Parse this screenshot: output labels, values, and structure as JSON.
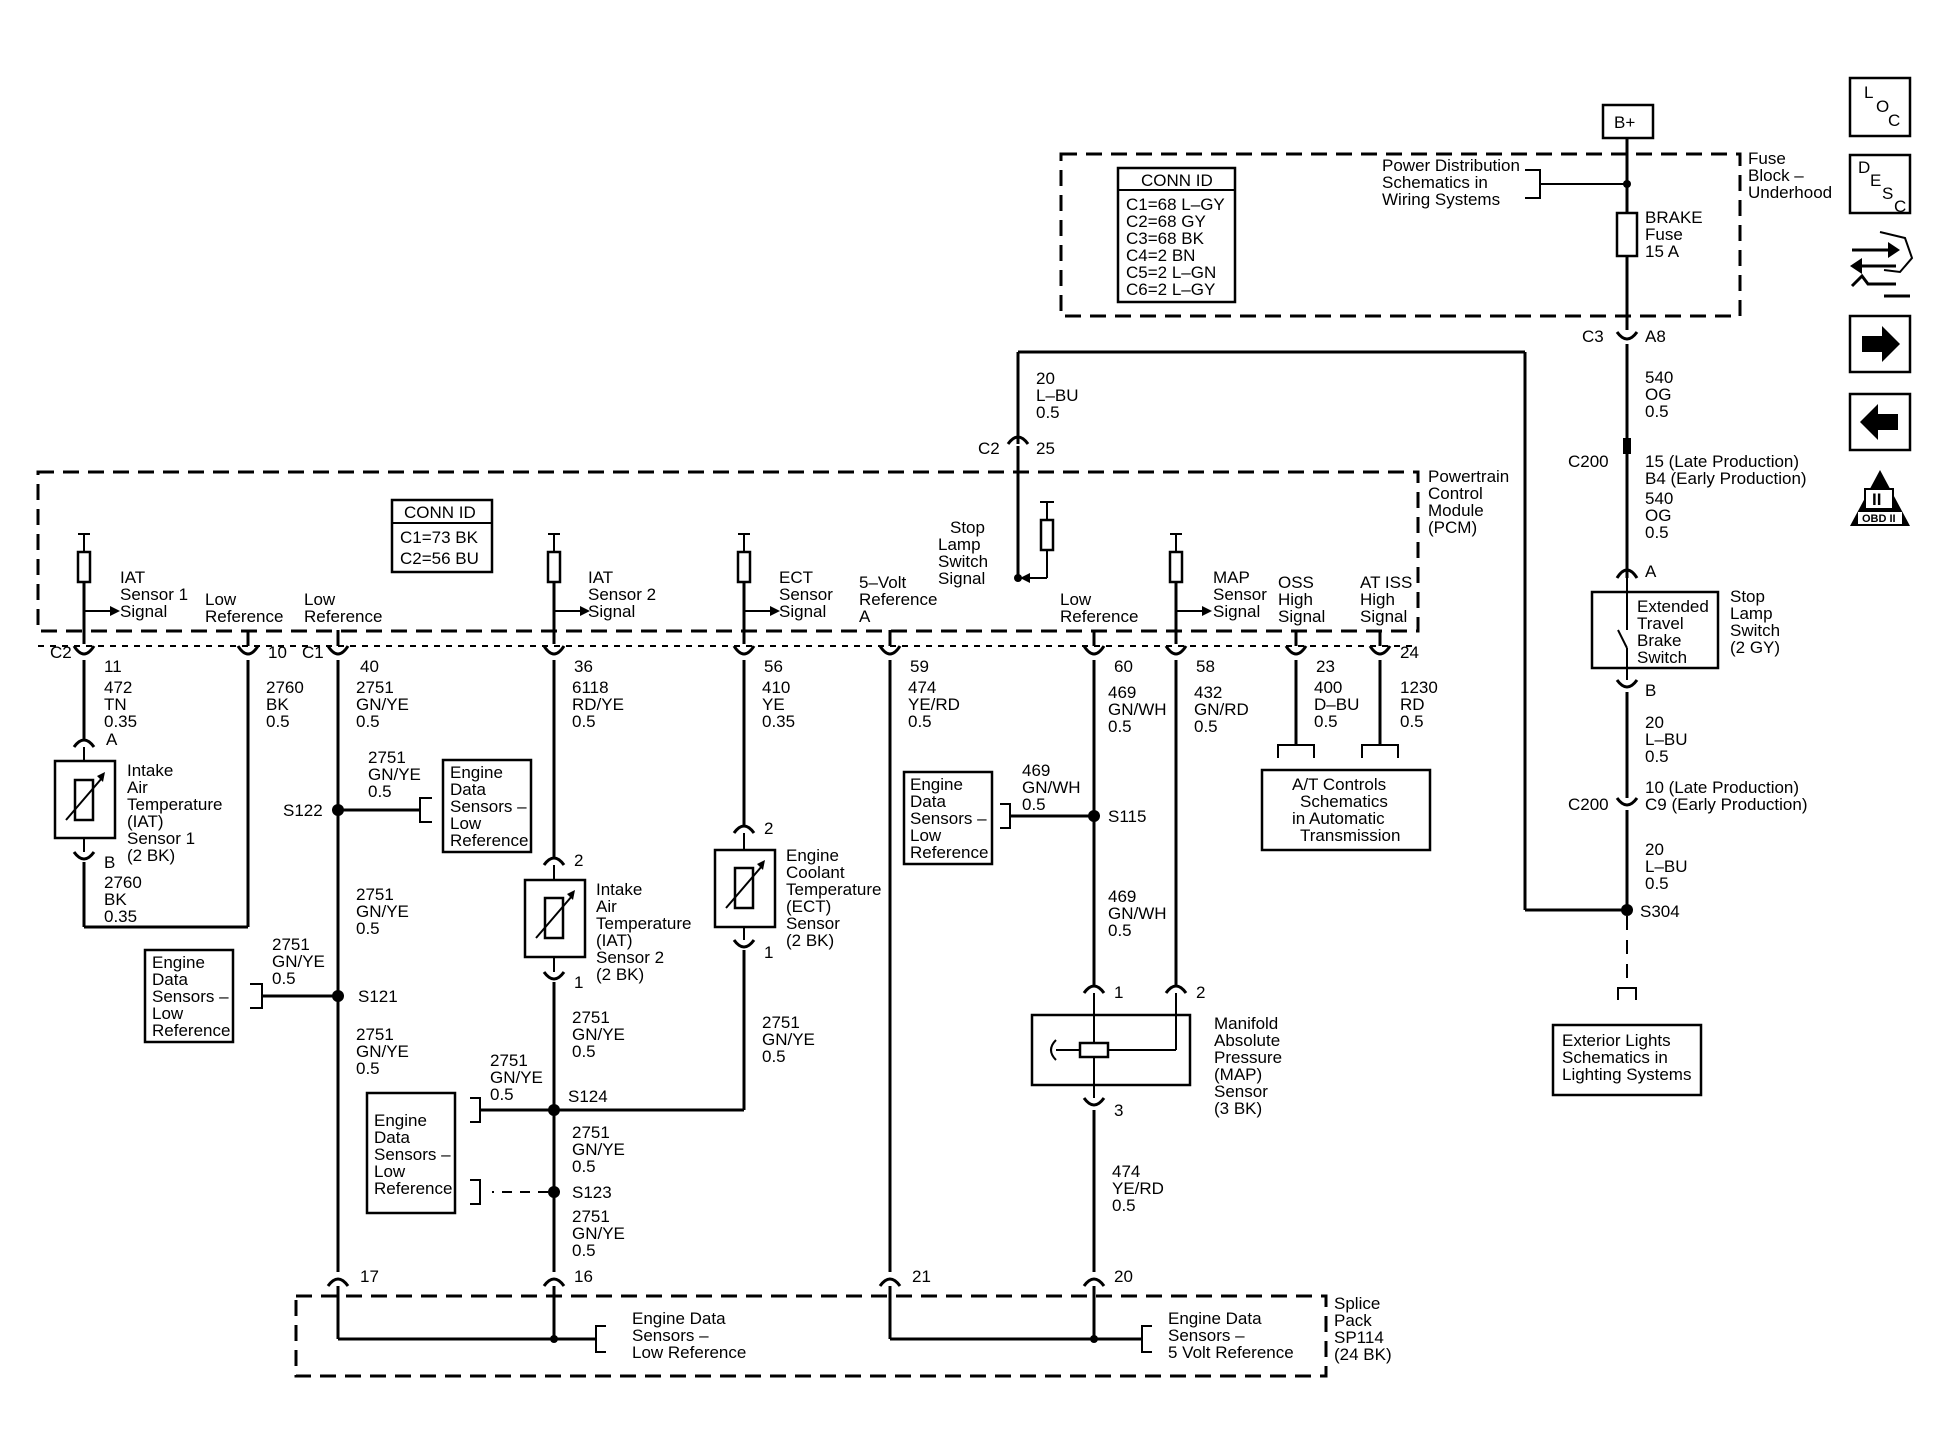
{
  "fuse_block": {
    "bplus": "B+",
    "label": [
      "Fuse",
      "Block –",
      "Underhood"
    ],
    "power_dist": [
      "Power Distribution",
      "Schematics in",
      "Wiring Systems"
    ],
    "fuse": [
      "BRAKE",
      "Fuse",
      "15 A"
    ],
    "conn_id_title": "CONN ID",
    "conn_ids": [
      "C1=68 L–GY",
      "C2=68 GY",
      "C3=68 BK",
      "C4=2 BN",
      "C5=2 L–GN",
      "C6=2 L–GY"
    ]
  },
  "pcm": {
    "label": [
      "Powertrain",
      "Control",
      "Module",
      "(PCM)"
    ],
    "conn_id_title": "CONN ID",
    "conn_ids": [
      "C1=73 BK",
      "C2=56 BU"
    ],
    "signals": {
      "iat1": [
        "IAT",
        "Sensor 1",
        "Signal"
      ],
      "low_ref_a": [
        "Low",
        "Reference"
      ],
      "low_ref_b": [
        "Low",
        "Reference"
      ],
      "iat2": [
        "IAT",
        "Sensor 2",
        "Signal"
      ],
      "ect": [
        "ECT",
        "Sensor",
        "Signal"
      ],
      "vref": [
        "5–Volt",
        "Reference",
        "A"
      ],
      "stop_lamp": [
        "Stop",
        "Lamp",
        "Switch",
        "Signal"
      ],
      "low_ref_c": [
        "Low",
        "Reference"
      ],
      "map": [
        "MAP",
        "Sensor",
        "Signal"
      ],
      "oss": [
        "OSS",
        "High",
        "Signal"
      ],
      "atiss": [
        "AT ISS",
        "High",
        "Signal"
      ]
    }
  },
  "connectors": {
    "c2": "C2",
    "c1": "C1",
    "c3": "C3",
    "c200a": "C200",
    "c200b": "C200",
    "c2_top": "C2",
    "c2_top_pin": "25",
    "pins": [
      "11",
      "10",
      "40",
      "36",
      "56",
      "59",
      "60",
      "58",
      "23",
      "24"
    ],
    "c3_pin": "A8",
    "c200a_pin": [
      "15 (Late Production)",
      "B4 (Early Production)"
    ],
    "c200b_pin": [
      "10 (Late Production)",
      "C9 (Early Production)"
    ]
  },
  "wires": {
    "w472": [
      "472",
      "TN",
      "0.35"
    ],
    "w2760a": [
      "2760",
      "BK",
      "0.5"
    ],
    "w2760b": [
      "2760",
      "BK",
      "0.35"
    ],
    "w2751_40": [
      "2751",
      "GN/YE",
      "0.5"
    ],
    "w2751_s122": [
      "2751",
      "GN/YE",
      "0.5"
    ],
    "w2751_mid": [
      "2751",
      "GN/YE",
      "0.5"
    ],
    "w2751_s121": [
      "2751",
      "GN/YE",
      "0.5"
    ],
    "w2751_low": [
      "2751",
      "GN/YE",
      "0.5"
    ],
    "w6118": [
      "6118",
      "RD/YE",
      "0.5"
    ],
    "w2751_iat2": [
      "2751",
      "GN/YE",
      "0.5"
    ],
    "w2751_s124": [
      "2751",
      "GN/YE",
      "0.5"
    ],
    "w2751_s123a": [
      "2751",
      "GN/YE",
      "0.5"
    ],
    "w2751_s123b": [
      "2751",
      "GN/YE",
      "0.5"
    ],
    "w410": [
      "410",
      "YE",
      "0.35"
    ],
    "w2751_ect": [
      "2751",
      "GN/YE",
      "0.5"
    ],
    "w474a": [
      "474",
      "YE/RD",
      "0.5"
    ],
    "w469a": [
      "469",
      "GN/WH",
      "0.5"
    ],
    "w469b": [
      "469",
      "GN/WH",
      "0.5"
    ],
    "w469c": [
      "469",
      "GN/WH",
      "0.5"
    ],
    "w432": [
      "432",
      "GN/RD",
      "0.5"
    ],
    "w400": [
      "400",
      "D–BU",
      "0.5"
    ],
    "w1230": [
      "1230",
      "RD",
      "0.5"
    ],
    "w474b": [
      "474",
      "YE/RD",
      "0.5"
    ],
    "w20top": [
      "20",
      "L–BU",
      "0.5"
    ],
    "w540a": [
      "540",
      "OG",
      "0.5"
    ],
    "w540b": [
      "540",
      "OG",
      "0.5"
    ],
    "w20b": [
      "20",
      "L–BU",
      "0.5"
    ],
    "w20c": [
      "20",
      "L–BU",
      "0.5"
    ]
  },
  "components": {
    "iat1": [
      "Intake",
      "Air",
      "Temperature",
      "(IAT)",
      "Sensor 1",
      "(2 BK)"
    ],
    "iat2": [
      "Intake",
      "Air",
      "Temperature",
      "(IAT)",
      "Sensor 2",
      "(2 BK)"
    ],
    "ect": [
      "Engine",
      "Coolant",
      "Temperature",
      "(ECT)",
      "Sensor",
      "(2 BK)"
    ],
    "map": [
      "Manifold",
      "Absolute",
      "Pressure",
      "(MAP)",
      "Sensor",
      "(3 BK)"
    ],
    "stop_switch": [
      "Stop",
      "Lamp",
      "Switch",
      "(2 GY)"
    ],
    "ext_switch": [
      "Extended",
      "Travel",
      "Brake",
      "Switch"
    ],
    "eds": [
      "Engine",
      "Data",
      "Sensors –",
      "Low",
      "Reference"
    ],
    "at_controls": [
      "A/T Controls",
      "Schematics",
      "in Automatic",
      "Transmission"
    ],
    "ext_lights": [
      "Exterior Lights",
      "Schematics in",
      "Lighting Systems"
    ],
    "splice": [
      "Splice",
      "Pack",
      "SP114",
      "(24 BK)"
    ],
    "splice_low": [
      "Engine Data",
      "Sensors –",
      "Low Reference"
    ],
    "splice_5v": [
      "Engine Data",
      "Sensors –",
      "5 Volt Reference"
    ]
  },
  "splices": {
    "s122": "S122",
    "s121": "S121",
    "s124": "S124",
    "s123": "S123",
    "s115": "S115",
    "s304": "S304"
  },
  "pins_misc": {
    "iat1_a": "A",
    "iat1_b": "B",
    "iat2_2": "2",
    "iat2_1": "1",
    "ect_2": "2",
    "ect_1": "1",
    "map_1": "1",
    "map_2": "2",
    "map_3": "3",
    "sw_a": "A",
    "sw_b": "B",
    "splice_17": "17",
    "splice_16": "16",
    "splice_21": "21",
    "splice_20": "20"
  },
  "side_icons": {
    "loc": [
      "L",
      "O",
      "C"
    ],
    "desc": [
      "D",
      "E",
      "S",
      "C"
    ],
    "obd": [
      "II",
      "OBD II"
    ]
  }
}
